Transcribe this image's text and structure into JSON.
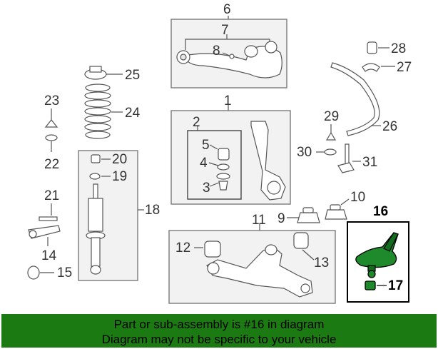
{
  "callouts": {
    "c1": "1",
    "c2": "2",
    "c3": "3",
    "c4": "4",
    "c5": "5",
    "c6": "6",
    "c7": "7",
    "c8": "8",
    "c9": "9",
    "c10": "10",
    "c11": "11",
    "c12": "12",
    "c13": "13",
    "c14": "14",
    "c15": "15",
    "c16": "16",
    "c17": "17",
    "c18": "18",
    "c19": "19",
    "c20": "20",
    "c21": "21",
    "c22": "22",
    "c23": "23",
    "c24": "24",
    "c25": "25",
    "c26": "26",
    "c27": "27",
    "c28": "28",
    "c29": "29",
    "c30": "30",
    "c31": "31"
  },
  "highlighted_part": "16",
  "colors": {
    "highlight": "#1f8a2b",
    "banner": "#1c7a12"
  },
  "banner": {
    "line1": "Part or sub-assembly is #16 in diagram",
    "line2": "Diagram may not be specific to your vehicle"
  }
}
